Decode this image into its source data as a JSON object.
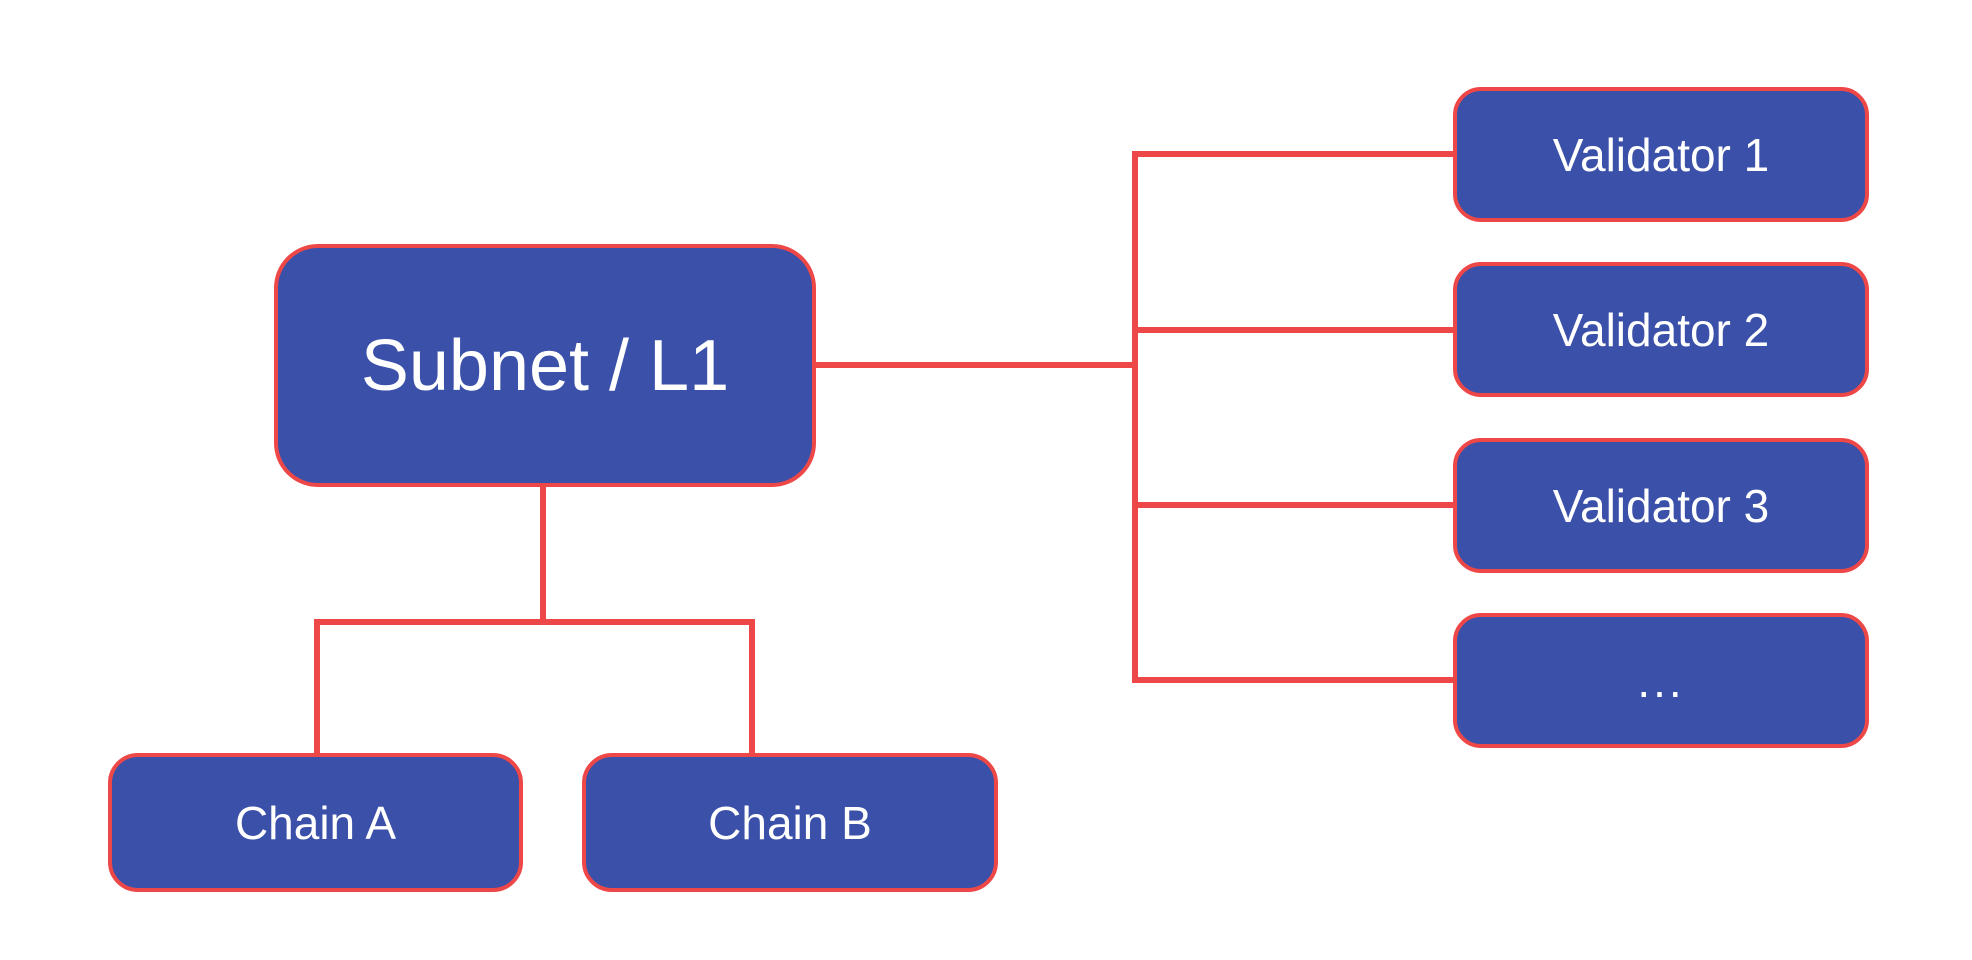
{
  "colors": {
    "node_fill": "#3A50A9",
    "accent": "#ED4847",
    "node_text": "#FFFFFF",
    "background": "#FFFFFF"
  },
  "diagram": {
    "root": {
      "label": "Subnet / L1"
    },
    "chains": [
      {
        "label": "Chain A"
      },
      {
        "label": "Chain B"
      }
    ],
    "validators": [
      {
        "label": "Validator 1"
      },
      {
        "label": "Validator 2"
      },
      {
        "label": "Validator 3"
      },
      {
        "label": "..."
      }
    ]
  }
}
